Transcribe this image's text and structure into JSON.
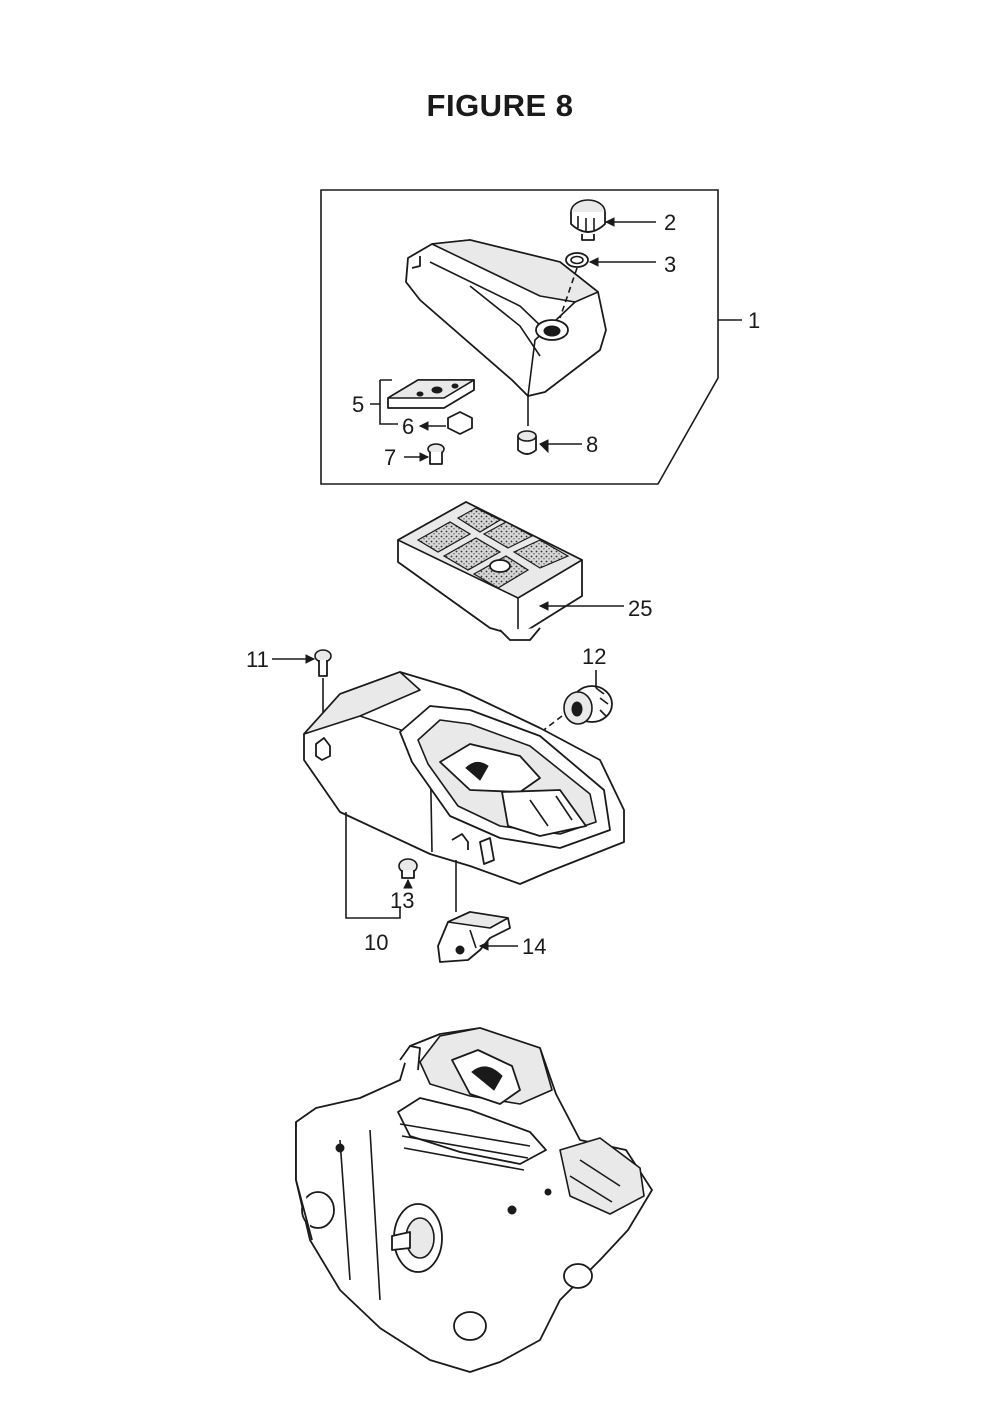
{
  "title": "FIGURE 8",
  "callouts": [
    {
      "id": "c1",
      "label": "1"
    },
    {
      "id": "c2",
      "label": "2"
    },
    {
      "id": "c3",
      "label": "3"
    },
    {
      "id": "c5",
      "label": "5"
    },
    {
      "id": "c6",
      "label": "6"
    },
    {
      "id": "c7",
      "label": "7"
    },
    {
      "id": "c8",
      "label": "8"
    },
    {
      "id": "c25",
      "label": "25"
    },
    {
      "id": "c11",
      "label": "11"
    },
    {
      "id": "c12",
      "label": "12"
    },
    {
      "id": "c13",
      "label": "13"
    },
    {
      "id": "c10",
      "label": "10"
    },
    {
      "id": "c14",
      "label": "14"
    }
  ]
}
